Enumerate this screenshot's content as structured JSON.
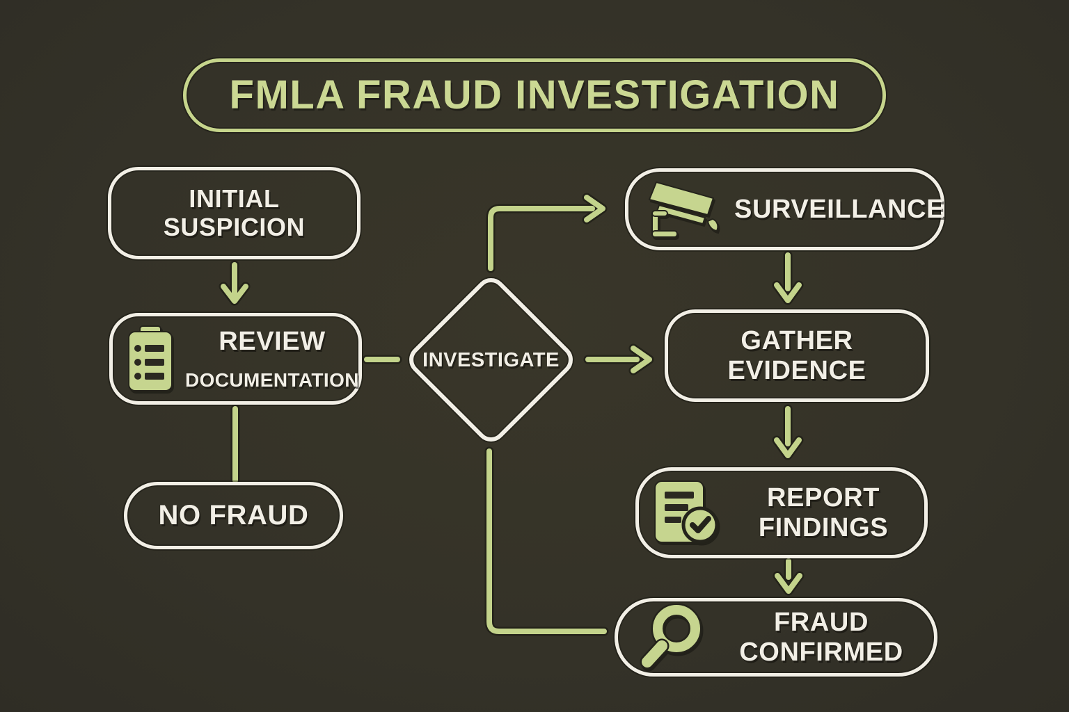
{
  "title": "FMLA FRAUD INVESTIGATION",
  "colors": {
    "background": "#34322a",
    "accent_green": "#c3d38b",
    "box_border": "#f2efe6",
    "text_light": "#f2efe6",
    "title_green": "#cbd893"
  },
  "nodes": {
    "initial_suspicion": {
      "label": "INITIAL\nSUSPICION"
    },
    "review_documentation": {
      "line1": "REVIEW",
      "line2": "DOCUMENTATION",
      "icon": "clipboard-checklist-icon"
    },
    "no_fraud": {
      "label": "NO FRAUD"
    },
    "investigate": {
      "label": "INVESTIGATE"
    },
    "surveillance": {
      "label": "SURVEILLANCE",
      "icon": "cctv-camera-icon"
    },
    "gather_evidence": {
      "label": "GATHER\nEVIDENCE"
    },
    "report_findings": {
      "label": "REPORT\nFINDINGS",
      "icon": "document-check-icon"
    },
    "fraud_confirmed": {
      "label": "FRAUD\nCONFIRMED",
      "icon": "magnifier-icon"
    }
  },
  "edges": [
    {
      "from": "initial_suspicion",
      "to": "review_documentation",
      "arrowhead": true
    },
    {
      "from": "review_documentation",
      "to": "investigate",
      "arrowhead": false
    },
    {
      "from": "review_documentation",
      "to": "no_fraud",
      "arrowhead": false
    },
    {
      "from": "investigate",
      "to": "surveillance",
      "arrowhead": true
    },
    {
      "from": "investigate",
      "to": "gather_evidence",
      "arrowhead": true
    },
    {
      "from": "surveillance",
      "to": "gather_evidence",
      "arrowhead": true
    },
    {
      "from": "gather_evidence",
      "to": "report_findings",
      "arrowhead": true
    },
    {
      "from": "report_findings",
      "to": "fraud_confirmed",
      "arrowhead": true
    },
    {
      "from": "investigate",
      "to": "fraud_confirmed",
      "arrowhead": false
    }
  ]
}
